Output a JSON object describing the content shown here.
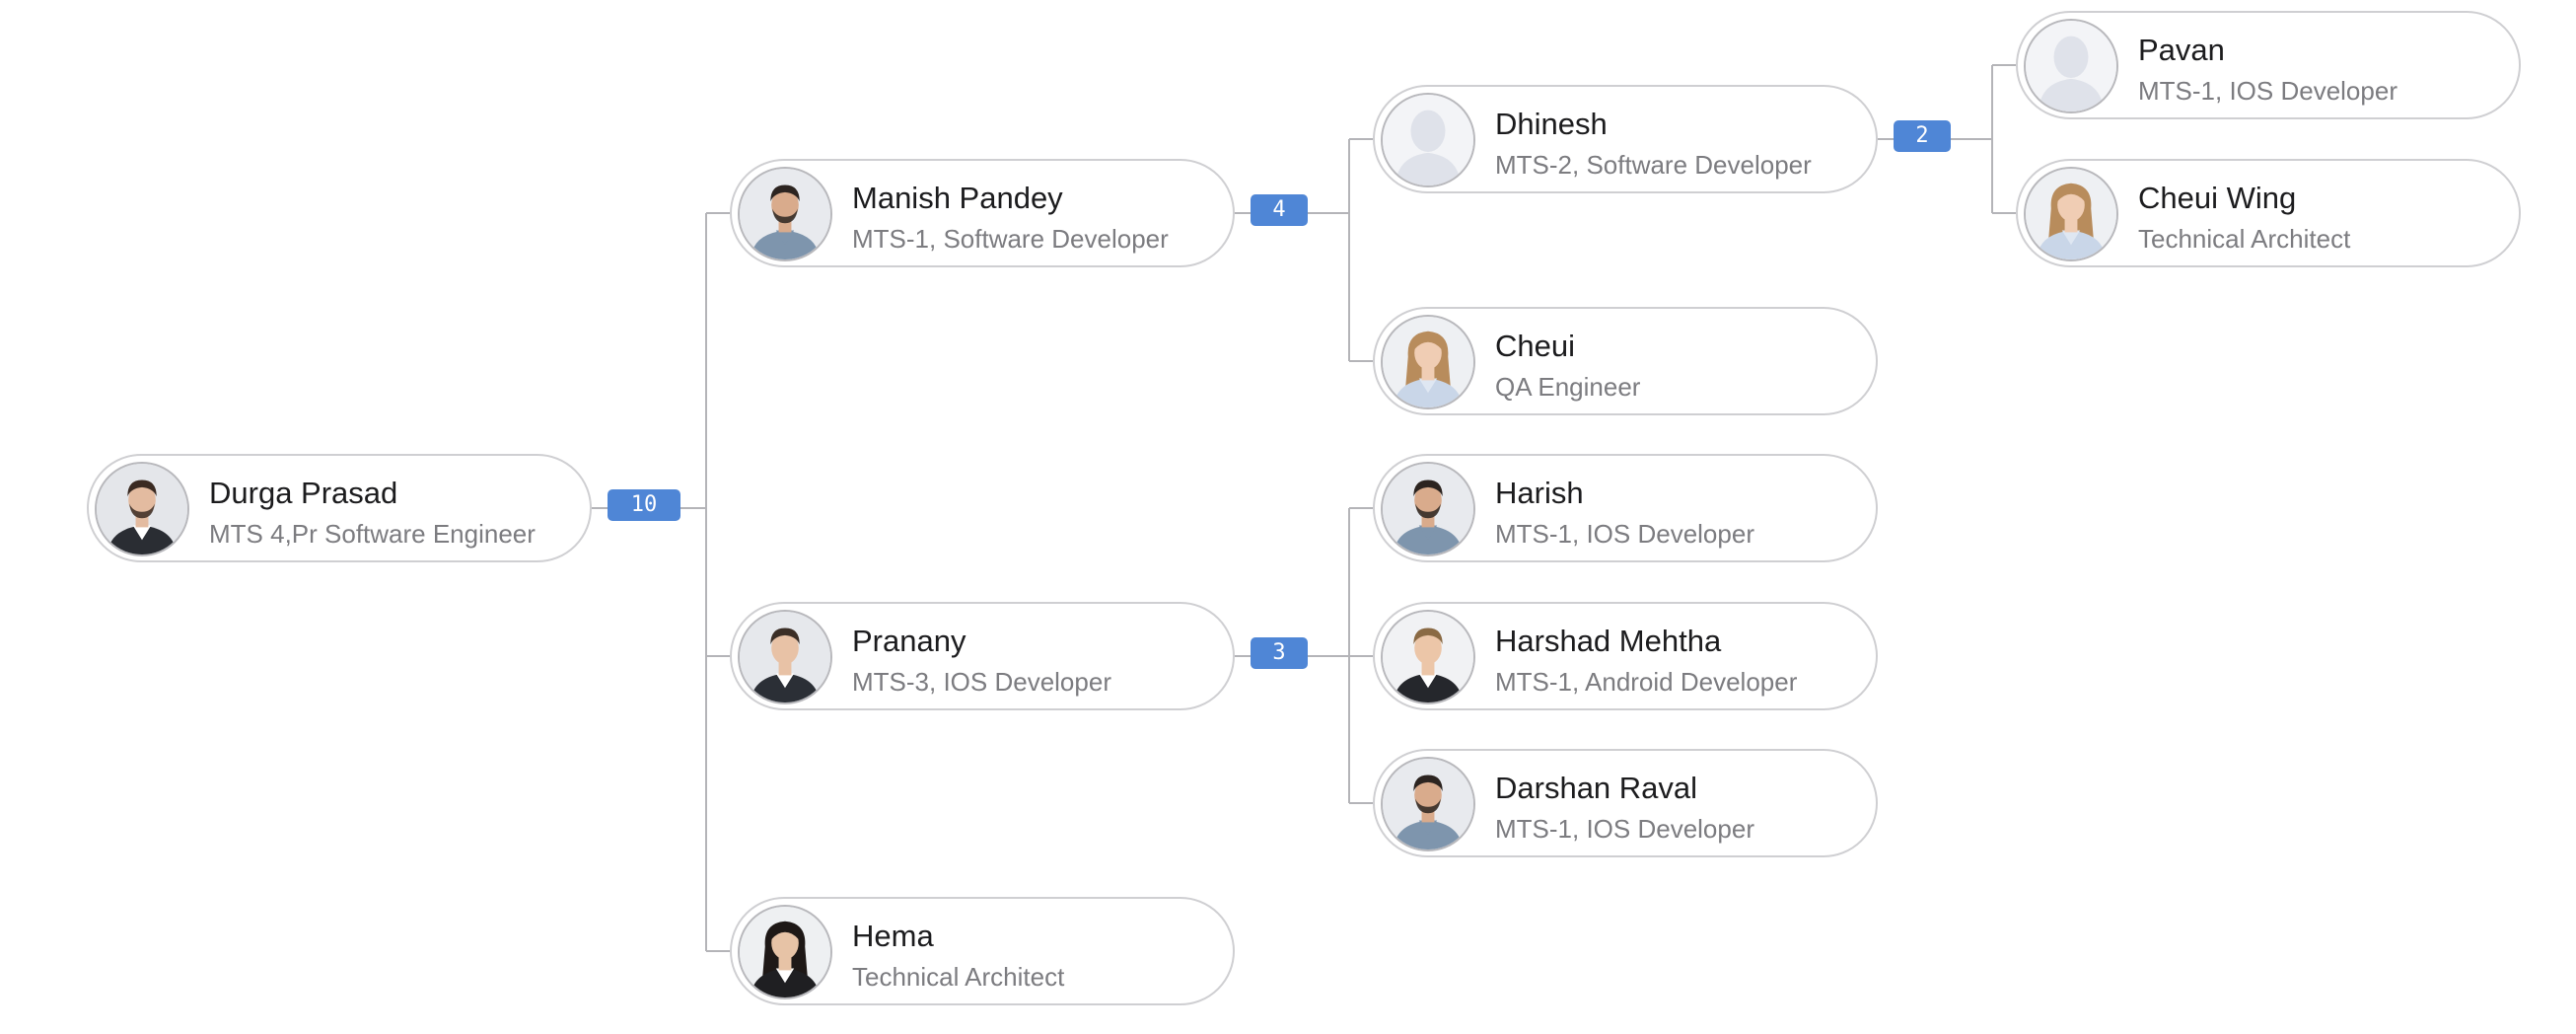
{
  "org_chart": {
    "nodes": [
      {
        "id": "durga",
        "name": "Durga Prasad",
        "role": "MTS 4,Pr Software Engineer",
        "avatar": "man-beard-suit-avatar",
        "parent": null,
        "count": "10"
      },
      {
        "id": "manish",
        "name": "Manish Pandey",
        "role": "MTS-1, Software Developer",
        "avatar": "man-beard-shirt-avatar",
        "parent": "durga",
        "count": "4"
      },
      {
        "id": "pranany",
        "name": "Pranany",
        "role": "MTS-3, IOS Developer",
        "avatar": "man-suit-avatar",
        "parent": "durga",
        "count": "3"
      },
      {
        "id": "hema",
        "name": "Hema",
        "role": "Technical Architect",
        "avatar": "woman-dark-hair-avatar",
        "parent": "durga",
        "count": null
      },
      {
        "id": "dhinesh",
        "name": "Dhinesh",
        "role": "MTS-2, Software Developer",
        "avatar": "placeholder-person-avatar",
        "parent": "manish",
        "count": "2"
      },
      {
        "id": "cheui",
        "name": "Cheui",
        "role": "QA Engineer",
        "avatar": "woman-blonde-avatar",
        "parent": "manish",
        "count": null
      },
      {
        "id": "pavan",
        "name": "Pavan",
        "role": "MTS-1, IOS Developer",
        "avatar": "placeholder-person-avatar",
        "parent": "dhinesh",
        "count": null
      },
      {
        "id": "cheui-wing",
        "name": "Cheui Wing",
        "role": "Technical Architect",
        "avatar": "woman-blonde-avatar",
        "parent": "dhinesh",
        "count": null
      },
      {
        "id": "harish",
        "name": "Harish",
        "role": "MTS-1, IOS Developer",
        "avatar": "man-beard-shirt-avatar",
        "parent": "pranany",
        "count": null
      },
      {
        "id": "harshad",
        "name": "Harshad Mehtha",
        "role": "MTS-1, Android Developer",
        "avatar": "man-arms-crossed-avatar",
        "parent": "pranany",
        "count": null
      },
      {
        "id": "darshan",
        "name": "Darshan Raval",
        "role": "MTS-1, IOS Developer",
        "avatar": "man-beard-shirt-avatar",
        "parent": "pranany",
        "count": null
      }
    ]
  },
  "colors": {
    "badge": "#4f86d6",
    "node_border": "#cfcfd2",
    "connector": "#b4b4b8",
    "name_text": "#1c1c1e",
    "role_text": "#7c7c80",
    "background": "#ffffff"
  }
}
